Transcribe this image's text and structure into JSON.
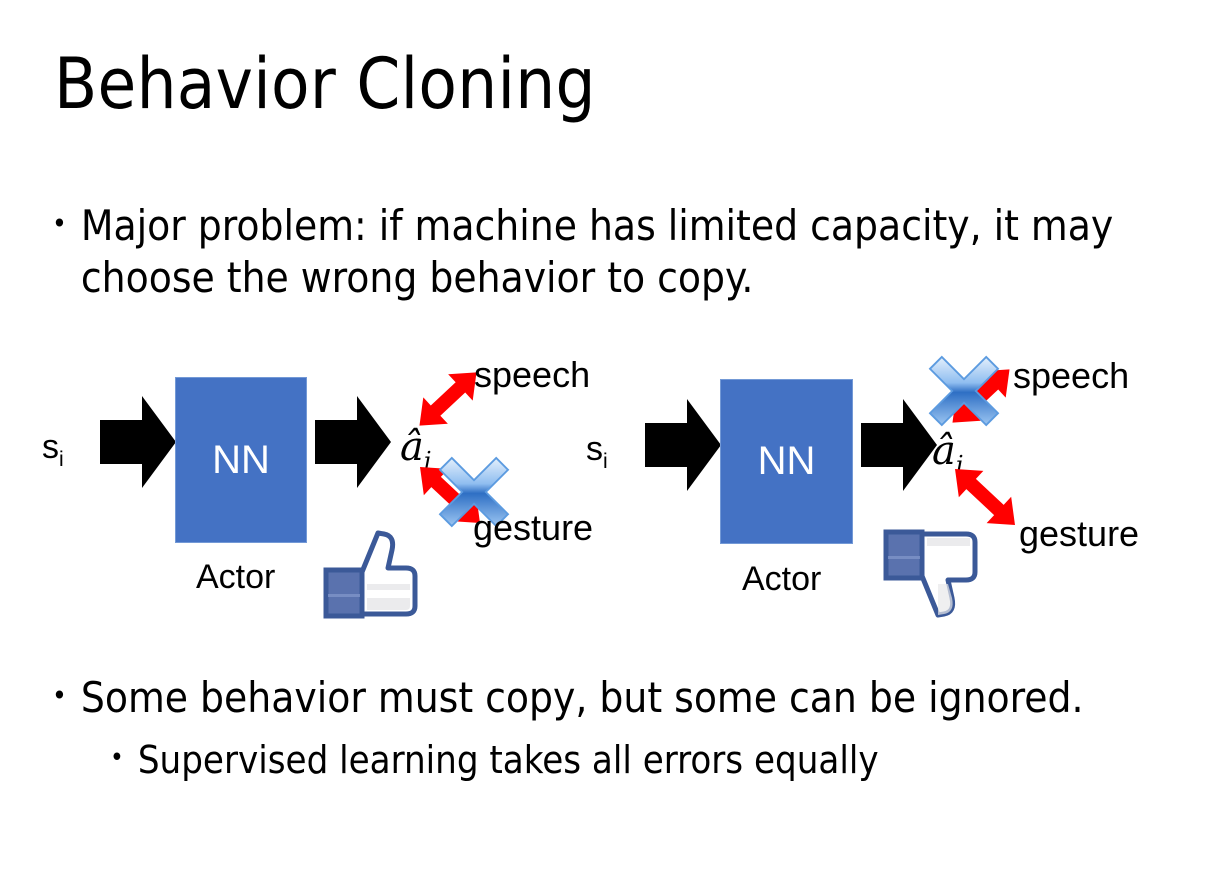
{
  "slide": {
    "title": "Behavior Cloning",
    "background_color": "#FFFFFF",
    "bullets": [
      {
        "level": 1,
        "marker": "•",
        "text": "Major problem: if machine has limited capacity, it may choose the wrong behavior to copy."
      },
      {
        "level": 1,
        "marker": "•",
        "text": "Some behavior must copy, but some can be ignored."
      },
      {
        "level": 2,
        "marker": "•",
        "text": "Supervised learning takes all errors equally"
      }
    ]
  },
  "colors": {
    "nn_box_fill": "#4472C4",
    "nn_box_border": "#7399D6",
    "nn_box_text": "#FFFFFF",
    "arrow_black": "#000000",
    "arrow_red": "#FF0000",
    "cross_blue_light": "#DCEAFB",
    "cross_blue_mid": "#7FB2EC",
    "cross_blue_dark": "#2E6FC4",
    "thumb_outline": "#3B5998",
    "thumb_fill": "#FFFFFF",
    "thumb_cuff": "#5A72AE",
    "text_black": "#000000"
  },
  "diagrams": [
    {
      "id": "left",
      "state_input": "s",
      "state_subscript": "i",
      "box_label": "NN",
      "box_caption": "Actor",
      "action_output": "â",
      "action_subscript": "i",
      "branches": [
        {
          "name": "speech",
          "label": "speech",
          "direction": "up-right",
          "crossed_out": false
        },
        {
          "name": "gesture",
          "label": "gesture",
          "direction": "down-right",
          "crossed_out": true
        }
      ],
      "feedback_icon": "thumbs-up-icon",
      "feedback": "positive"
    },
    {
      "id": "right",
      "state_input": "s",
      "state_subscript": "i",
      "box_label": "NN",
      "box_caption": "Actor",
      "action_output": "â",
      "action_subscript": "i",
      "branches": [
        {
          "name": "speech",
          "label": "speech",
          "direction": "up-right",
          "crossed_out": true
        },
        {
          "name": "gesture",
          "label": "gesture",
          "direction": "down-right",
          "crossed_out": false
        }
      ],
      "feedback_icon": "thumbs-down-icon",
      "feedback": "negative"
    }
  ]
}
